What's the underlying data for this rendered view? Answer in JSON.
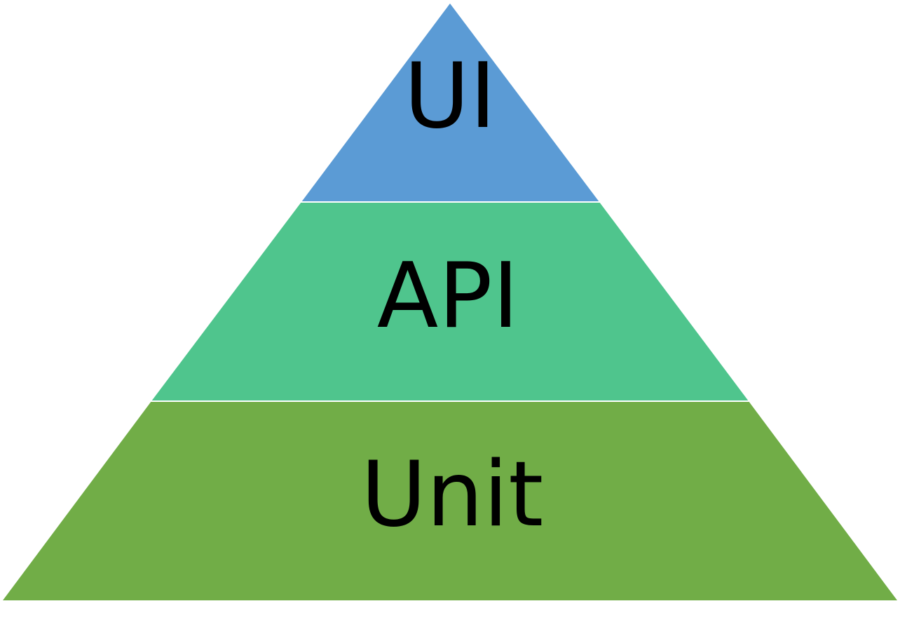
{
  "pyramid": {
    "tiers": [
      {
        "label": "UI",
        "color": "#5b9bd5"
      },
      {
        "label": "API",
        "color": "#4fc58d"
      },
      {
        "label": "Unit",
        "color": "#71ad47"
      }
    ]
  }
}
